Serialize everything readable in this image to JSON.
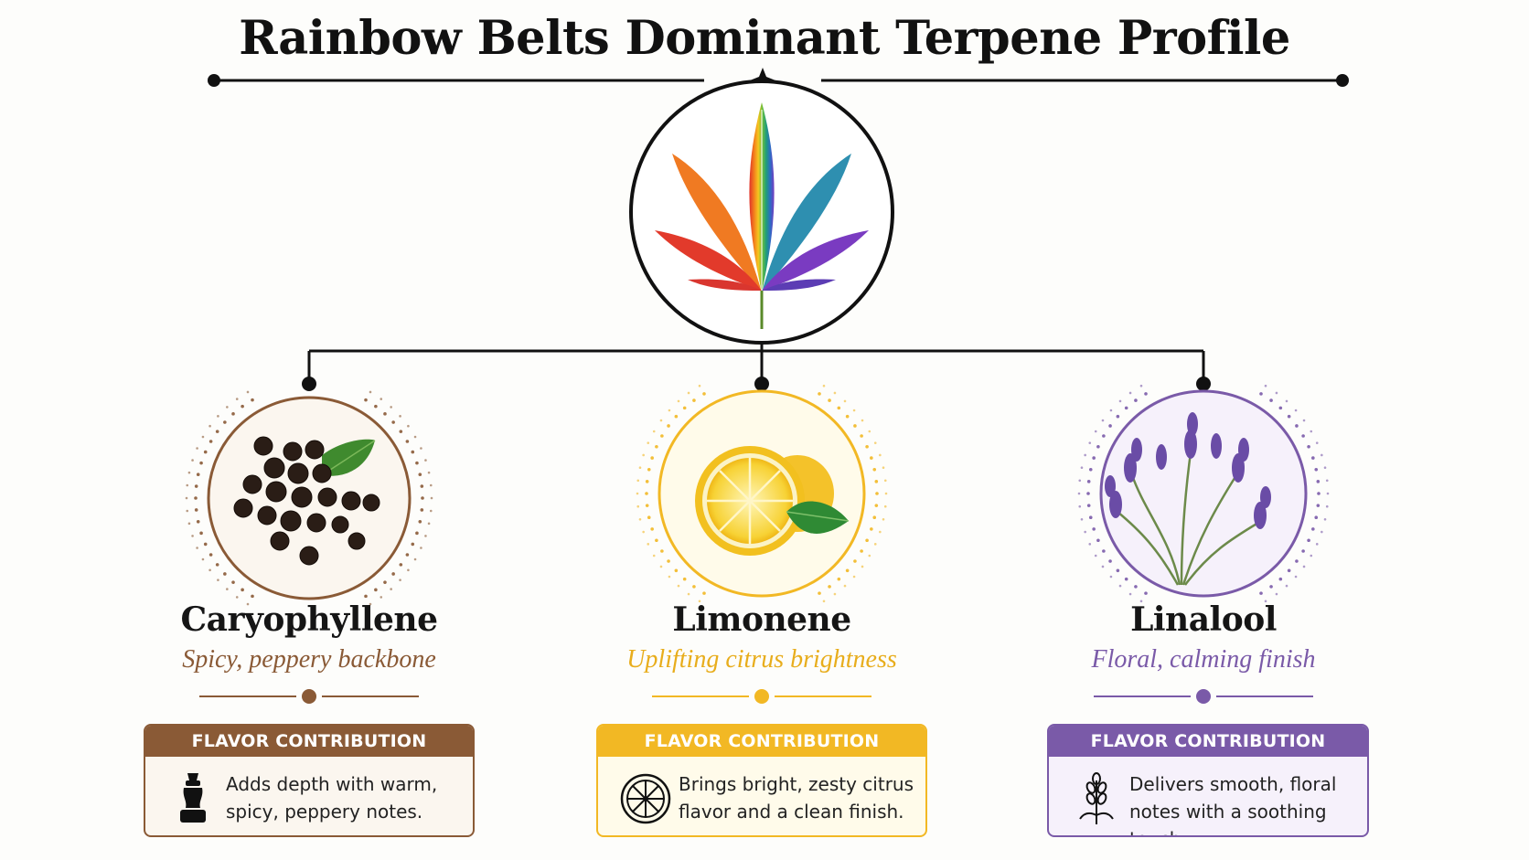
{
  "title": "Rainbow Belts Dominant Terpene Profile",
  "terpenes": [
    {
      "name": "Caryophyllene",
      "tagline": "Spicy, peppery backbone",
      "card_heading": "FLAVOR CONTRIBUTION",
      "card_text": "Adds depth with warm, spicy, peppery notes.",
      "image": "black-peppercorns-image",
      "card_icon": "pepper-grinder-icon",
      "accent_color": "#8a5a36",
      "card_bg": "#fbf6ef"
    },
    {
      "name": "Limonene",
      "tagline": "Uplifting citrus brightness",
      "card_heading": "FLAVOR CONTRIBUTION",
      "card_text": "Brings bright, zesty citrus flavor and a clean finish.",
      "image": "lemon-image",
      "card_icon": "citrus-slice-icon",
      "accent_color": "#f2b824",
      "card_bg": "#fffbea"
    },
    {
      "name": "Linalool",
      "tagline": "Floral, calming finish",
      "card_heading": "FLAVOR CONTRIBUTION",
      "card_text": "Delivers smooth, floral notes with a soothing touch.",
      "image": "lavender-image",
      "card_icon": "lavender-sprig-icon",
      "accent_color": "#7a5aa8",
      "card_bg": "#f6f1fb"
    }
  ],
  "center_image": "rainbow-cannabis-leaf-image"
}
